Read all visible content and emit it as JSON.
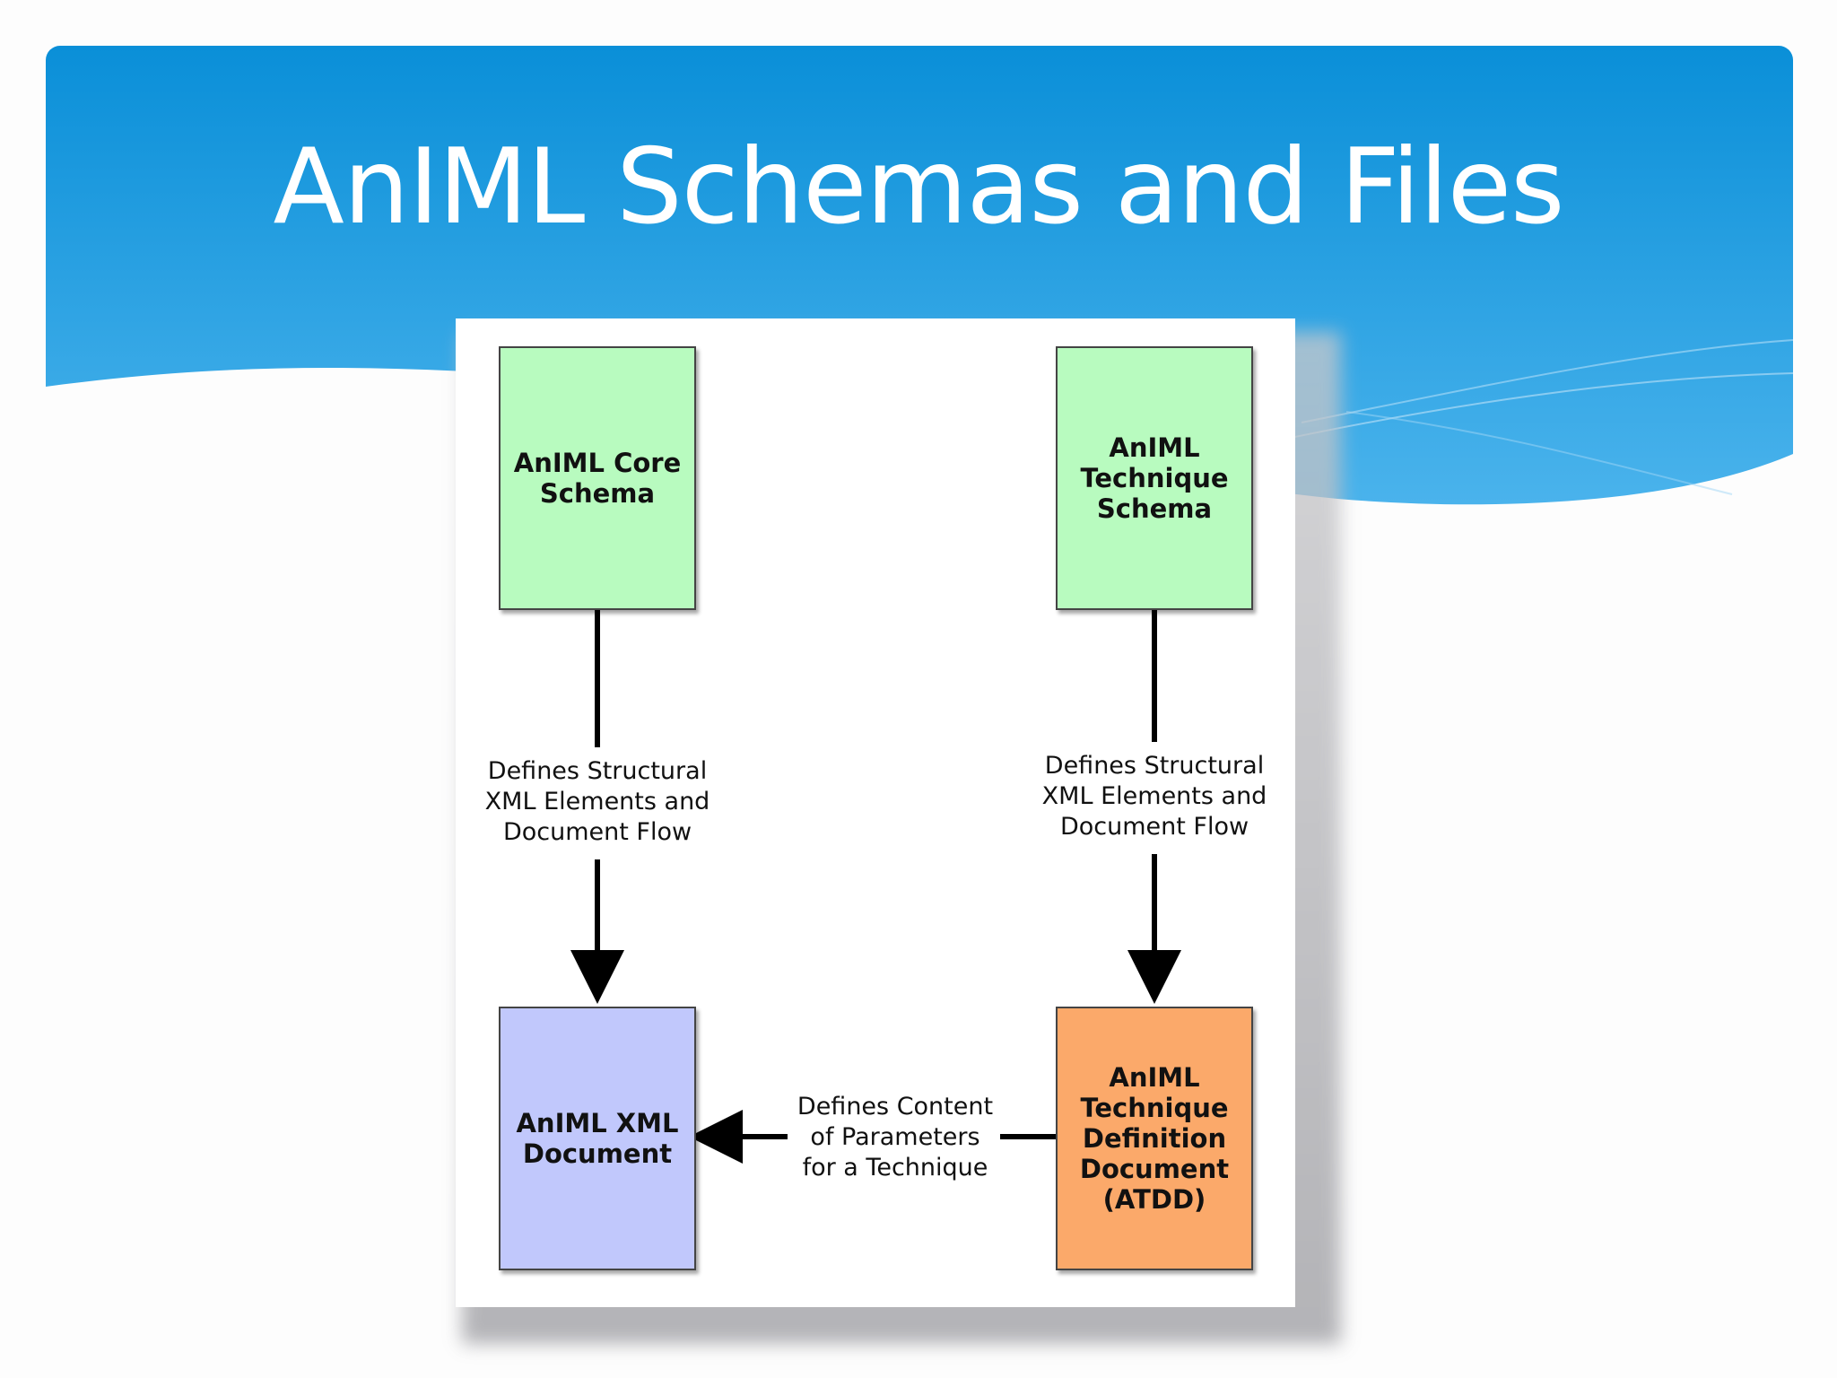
{
  "slide": {
    "title": "AnIML Schemas and Files"
  },
  "diagram": {
    "nodes": {
      "core_schema": "AnIML Core\nSchema",
      "technique_schema": "AnIML\nTechnique\nSchema",
      "xml_document": "AnIML XML\nDocument",
      "atdd": "AnIML\nTechnique\nDefinition\nDocument\n(ATDD)"
    },
    "edges": {
      "core_to_xml": "Defines Structural\nXML Elements and\nDocument Flow",
      "technique_to_atdd": "Defines Structural\nXML Elements and\nDocument Flow",
      "atdd_to_xml": "Defines Content\nof Parameters\nfor a Technique"
    }
  },
  "colors": {
    "header_top": "#0a8fd8",
    "header_bottom": "#4ab3ec",
    "schema_box": "#b8fbbf",
    "xml_box": "#c1c8fc",
    "atdd_box": "#fba96a"
  }
}
